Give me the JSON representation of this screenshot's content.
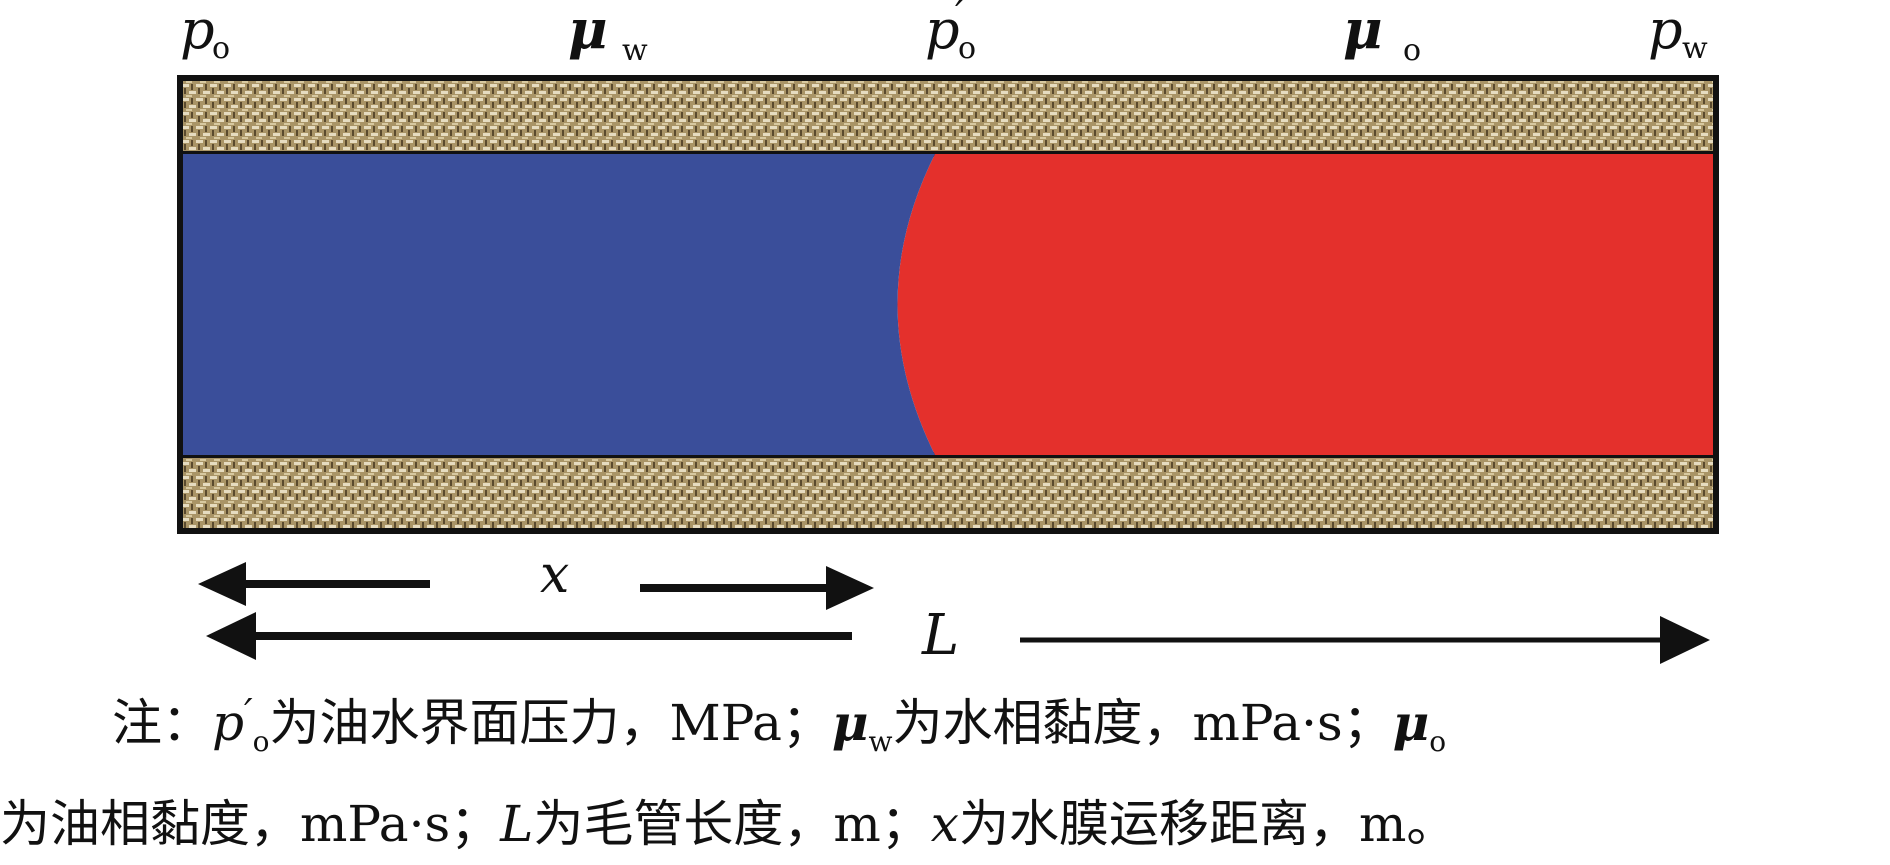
{
  "diagram": {
    "labels": {
      "p_o_left": {
        "base": "p",
        "sub": "o"
      },
      "mu_w": {
        "base": "μ",
        "sub": "w"
      },
      "p_o_prime": {
        "base": "p",
        "prime": "′",
        "sub": "o"
      },
      "mu_o": {
        "base": "μ",
        "sub": "o"
      },
      "p_w_right": {
        "base": "p",
        "sub": "w"
      },
      "x": "x",
      "L": "L"
    },
    "colors": {
      "water": "#3a4e9a",
      "oil": "#e4302c",
      "wall": "#b8a27a",
      "outline": "#111111"
    }
  },
  "note": {
    "line1_prefix": "注：",
    "line1_p": "p",
    "line1_prime": "′",
    "line1_sub": "o",
    "line1_a": "为油水界面压力，MPa；",
    "line1_mu": "μ",
    "line1_mu_sub": "w",
    "line1_b": "为水相黏度，mPa·s；",
    "line1_mu2": "μ",
    "line1_mu2_sub": "o",
    "line2_a": "为油相黏度，mPa·s；",
    "line2_L": "L",
    "line2_b": "为毛管长度，m；",
    "line2_x": "x",
    "line2_c": "为水膜运移距离，m。"
  }
}
